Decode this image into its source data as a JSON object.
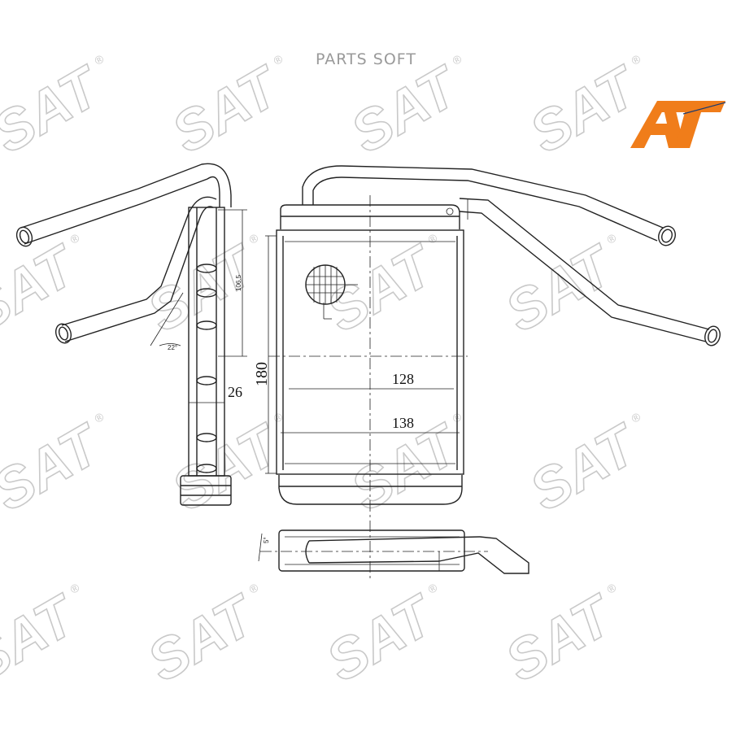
{
  "header": {
    "brand_text": "PARTS SOFT"
  },
  "logo": {
    "text": "AT",
    "color": "#f07d1a",
    "accent_color": "#1c3a6e"
  },
  "watermark": {
    "text": "SAT",
    "mark": "®",
    "color": "#c9c9c9"
  },
  "dimensions": {
    "height": "180",
    "core_width": "128",
    "total_width": "138",
    "depth": "26",
    "pipe_offset": "106.5",
    "pipe_angle": "22°",
    "tilt_angle": "5°"
  }
}
